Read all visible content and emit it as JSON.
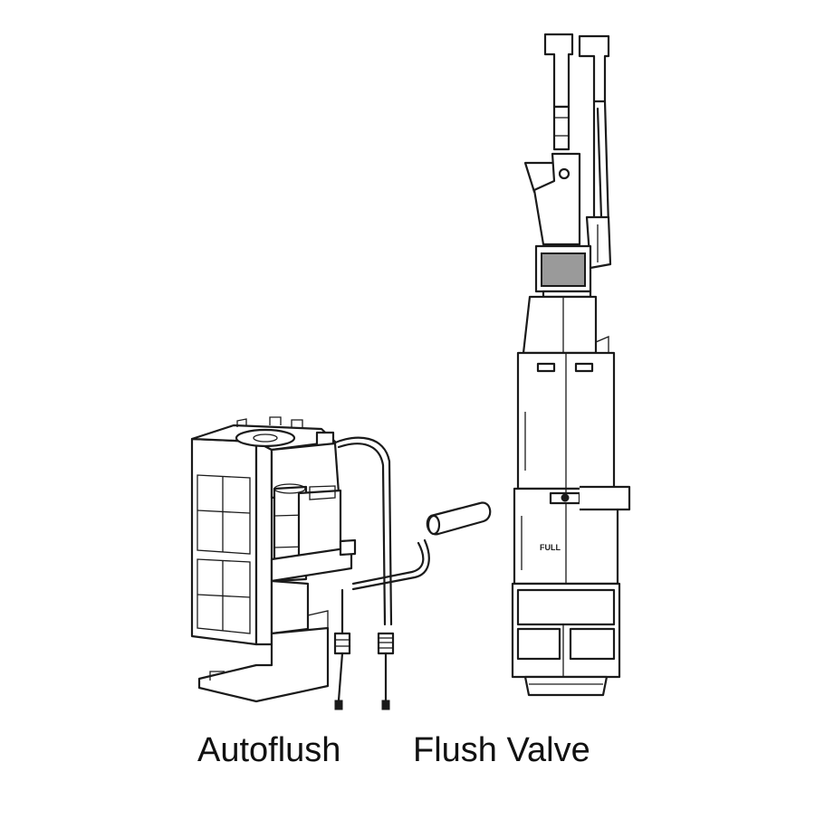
{
  "labels": {
    "autoflush": "Autoflush",
    "flush_valve": "Flush Valve",
    "valve_marking": "FULL"
  }
}
